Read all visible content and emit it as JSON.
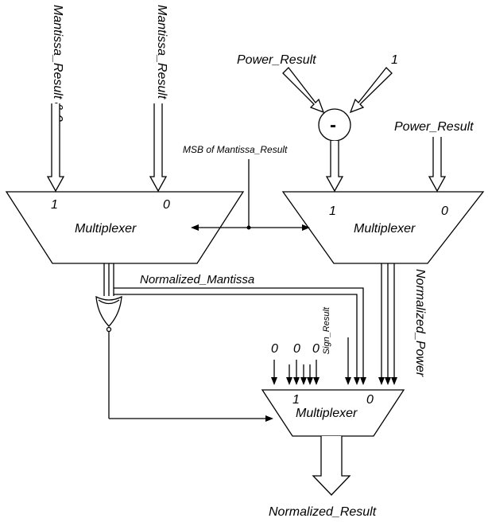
{
  "diagram": {
    "inputs": {
      "mantissa_result_and_0": "Mantissa_Result & 0",
      "mantissa_result": "Mantissa_Result",
      "power_result_top": "Power_Result",
      "one": "1",
      "power_result_right": "Power_Result"
    },
    "subtractor": {
      "symbol": "-"
    },
    "msb_label": "MSB of Mantissa_Result",
    "mux_left": {
      "label": "Multiplexer",
      "input1": "1",
      "input0": "0"
    },
    "mux_right": {
      "label": "Multiplexer",
      "input1": "1",
      "input0": "0"
    },
    "mux_bottom": {
      "label": "Multiplexer",
      "input1": "1",
      "input0": "0"
    },
    "normalized_mantissa": "Normalized_Mantissa",
    "normalized_power": "Normalized_Power",
    "sign_result": "Sign_Result",
    "zeros": [
      "0",
      "0",
      "0"
    ],
    "output": "Normalized_Result"
  }
}
